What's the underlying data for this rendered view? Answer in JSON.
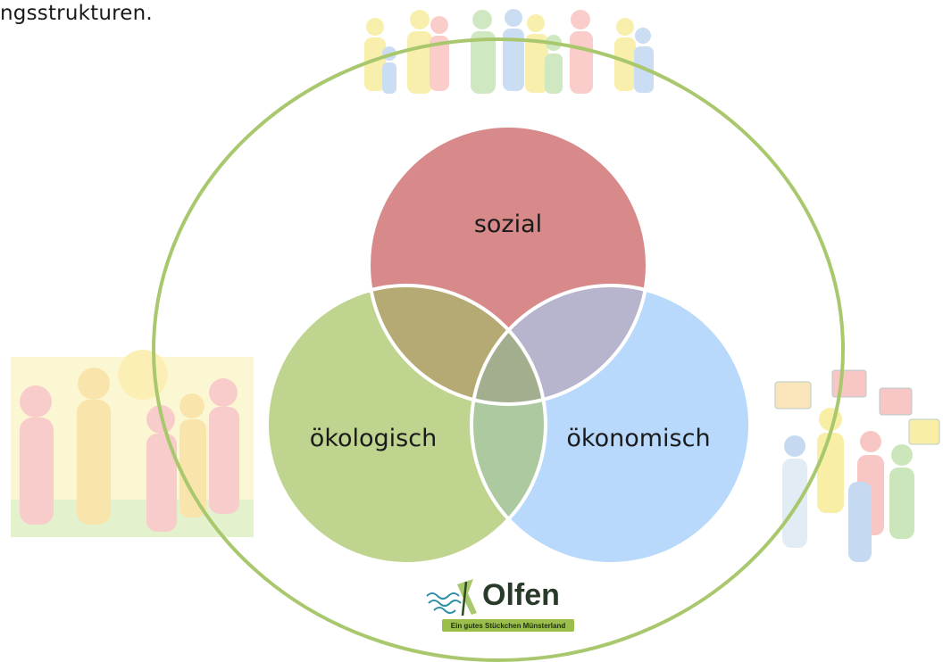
{
  "header": {
    "text": "ngsstrukturen."
  },
  "diagram": {
    "circles": [
      {
        "key": "sozial",
        "label": "sozial",
        "color": "#d88a8a"
      },
      {
        "key": "oekologisch",
        "label": "ökologisch",
        "color": "#bfd48e"
      },
      {
        "key": "oekonomisch",
        "label": "ökonomisch",
        "color": "#b8d9fb"
      }
    ],
    "overlaps": {
      "sozial_oekologisch": "#b5aa73",
      "sozial_oekonomisch": "#b7b4cd",
      "oekologisch_oekonomisch": "#acc9a0",
      "center": "#a3ae8f"
    },
    "ring_color": "#a9c86e"
  },
  "logo": {
    "name": "Olfen",
    "tagline": "Ein gutes Stückchen Münsterland",
    "icon": "wave-bird-logo-icon"
  },
  "decorations": [
    {
      "icon": "people-group-icon",
      "position": "top"
    },
    {
      "icon": "people-sun-icon",
      "position": "left"
    },
    {
      "icon": "people-speech-bubbles-icon",
      "position": "right"
    }
  ]
}
